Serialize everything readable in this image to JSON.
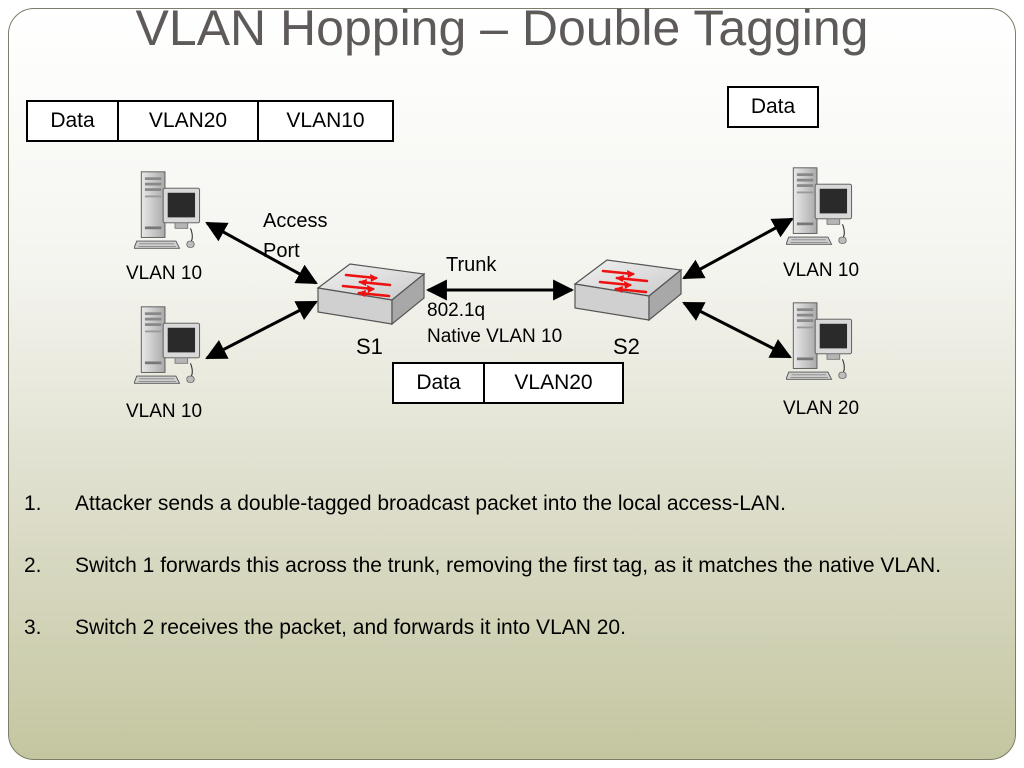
{
  "title": "VLAN Hopping – Double Tagging",
  "packet_outer": [
    "Data",
    "VLAN20",
    "VLAN10"
  ],
  "packet_delivered": [
    "Data"
  ],
  "packet_trunk": [
    "Data",
    "VLAN20"
  ],
  "labels": {
    "access_port_line1": "Access",
    "access_port_line2": "Port",
    "trunk": "Trunk",
    "trunk_proto": "802.1q",
    "trunk_native": "Native VLAN 10",
    "switch1": "S1",
    "switch2": "S2",
    "pc_top_left": "VLAN 10",
    "pc_bottom_left": "VLAN 10",
    "pc_top_right": "VLAN 10",
    "pc_bottom_right": "VLAN 20"
  },
  "steps": [
    {
      "num": "1.",
      "text": "Attacker sends a double-tagged broadcast packet into the local access-LAN."
    },
    {
      "num": "2.",
      "text": "Switch 1  forwards this across the trunk, removing the first tag, as it matches the native VLAN."
    },
    {
      "num": "3.",
      "text": "Switch 2 receives the packet, and forwards it into VLAN 20."
    }
  ],
  "icons": [
    "computer-icon",
    "switch-icon"
  ]
}
